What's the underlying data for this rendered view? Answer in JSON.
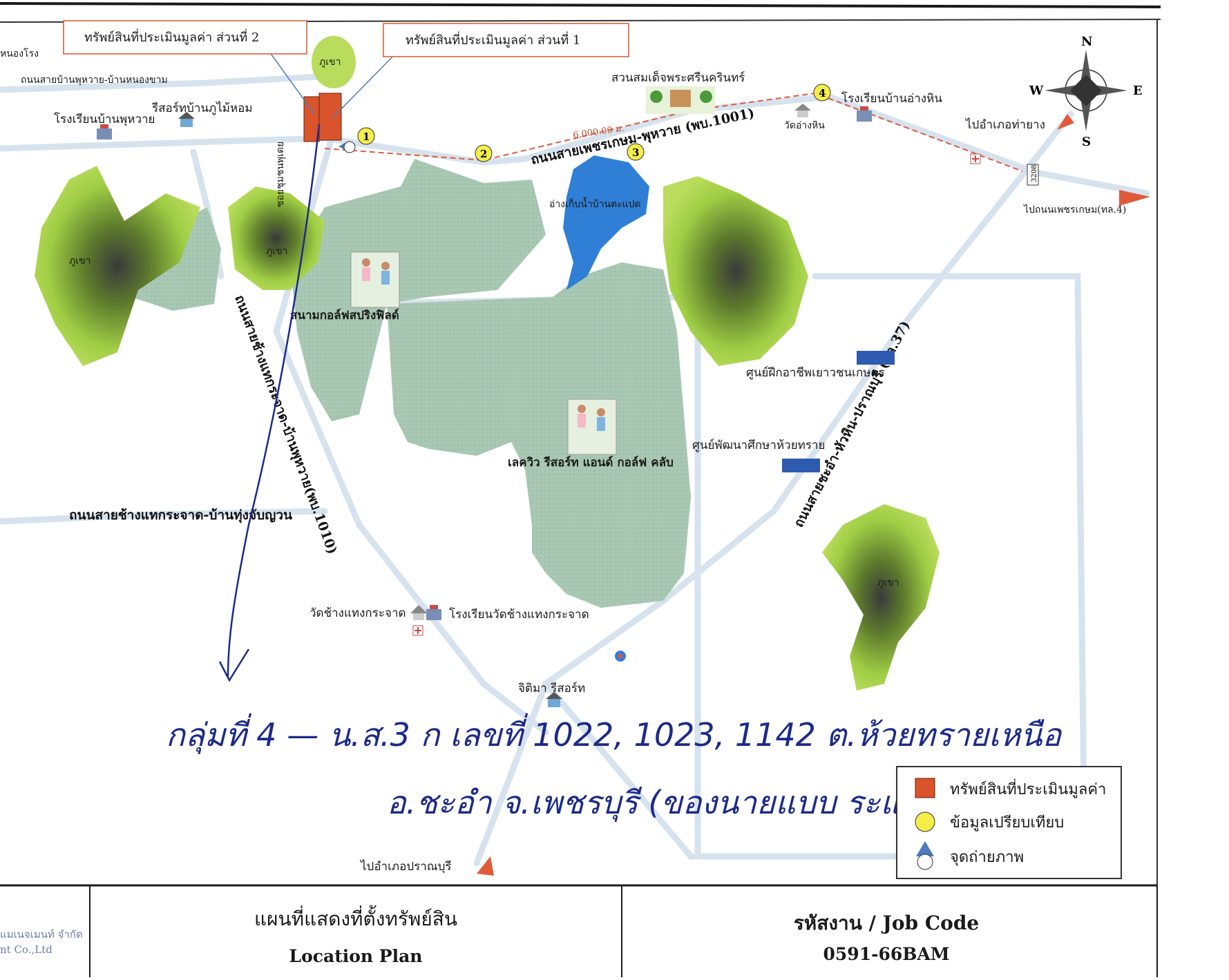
{
  "boxes": {
    "part2": "ทรัพย์สินที่ประเมินมูลค่า ส่วนที่ 2",
    "part1": "ทรัพย์สินที่ประเมินมูลค่า ส่วนที่ 1"
  },
  "compass": {
    "north": "N",
    "south": "S",
    "east": "E",
    "west": "W"
  },
  "roads": {
    "main": "ถนนสายเพชรเกษม-พุหวาย (พบ.1001)",
    "distance": "6,000.00 ม.",
    "vertical": "ถนนสายช้างแทกระจาด-บ้านพุหวาย(พบ.1010)",
    "diagonal": "ถนนสายชะอำ-หัวหิน-ปราณบุรี (ทล.37)",
    "lower_left": "ถนนสายช้างแทกระจาด-บ้านทุ่งจับญวน",
    "top_left": "ถนนสายบ้านพุหวาย-บ้านหนองขาม",
    "small_vertical": "ซอยชุมชนพุเตย"
  },
  "places": {
    "nongrong": "หนองโรง",
    "school_puhwai": "โรงเรียนบ้านพุหวาย",
    "resort_kupmaihom": "รีสอร์ทบ้านภูไม้หอม",
    "park": "สวนสมเด็จพระศรีนครินทร์",
    "school_anghin": "โรงเรียนบ้านอ่างหิน",
    "wat_anghin": "วัดอ่างหิน",
    "to_thayang": "ไปอำเภอท่ายาง",
    "to_phetkasem": "ไปถนนเพชรเกษม(ทล.4)",
    "reservoir": "อ่างเก็บน้ำบ้านตะแปด",
    "golf1": "สนามกอล์ฟสปริงฟิลด์",
    "golf2": "เลควิว รีสอร์ท แอนด์ กอล์ฟ คลับ",
    "training_center": "ศูนย์ฝึกอาชีพเยาวชนเกษตร",
    "education_center": "ศูนย์พัฒนาศึกษาห้วยทราย",
    "wat_changtae": "วัดช้างแทงกระจาด",
    "school_changtae": "โรงเรียนวัดช้างแทงกระจาด",
    "resort_gma": "จิติมา รีสอร์ท",
    "to_pranburi": "ไปอำเภอปราณบุรี",
    "mountain": "ภูเขา"
  },
  "markers": [
    "1",
    "2",
    "3",
    "4"
  ],
  "route_no": "3208",
  "handwriting": {
    "line1": "กลุ่มที่ 4 — น.ส.3 ก เลขที่ 1022, 1023, 1142 ต.ห้วยทรายเหนือ",
    "line2": "อ.ชะอำ จ.เพชรบุรี (ของนายแบบ ระแปด)"
  },
  "legend": {
    "subject": "ทรัพย์สินที่ประเมินมูลค่า",
    "comparable": "ข้อมูลเปรียบเทียบ",
    "photo": "จุดถ่ายภาพ"
  },
  "title_block": {
    "company_th": "แมเนจเมนท์ จำกัด",
    "company_en": "nt Co.,Ltd",
    "plan_th": "แผนที่แสดงที่ตั้งทรัพย์สิน",
    "plan_en": "Location Plan",
    "job_label": "รหัสงาน / Job Code",
    "job_code": "0591-66BAM"
  },
  "colors": {
    "golf_green": "#a9c8b4",
    "hill_green": "#a8d44a",
    "water": "#2f7fd6",
    "subject": "#d9542b",
    "comparable": "#f5ee4a",
    "road": "#d6e3ee",
    "ink": "#1b2a8a",
    "route_line": "#e05a3a"
  }
}
